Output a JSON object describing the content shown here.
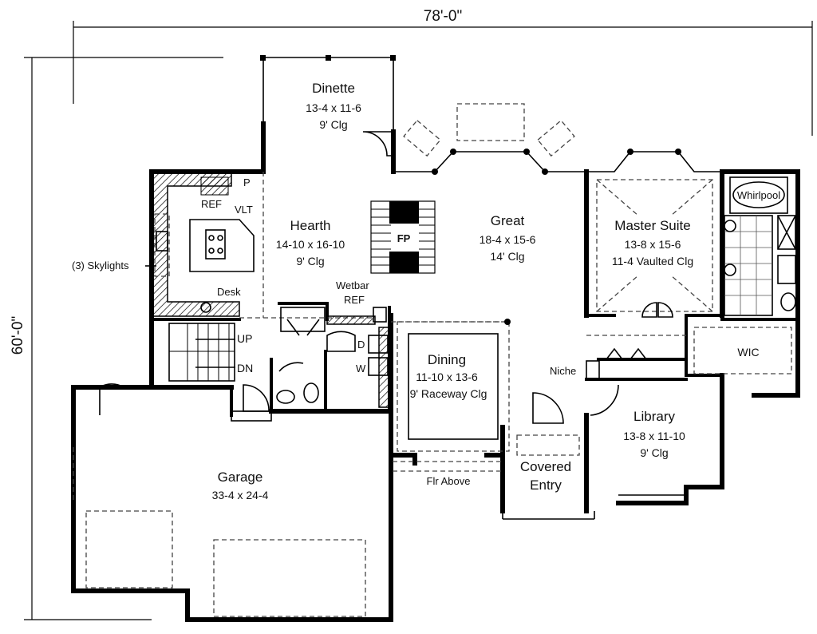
{
  "dimensions": {
    "width": "78'-0\"",
    "depth": "60'-0\""
  },
  "rooms": {
    "dinette": {
      "name": "Dinette",
      "size": "13-4 x 11-6",
      "ceiling": "9' Clg"
    },
    "hearth": {
      "name": "Hearth",
      "size": "14-10 x 16-10",
      "ceiling": "9' Clg"
    },
    "great": {
      "name": "Great",
      "size": "18-4 x 15-6",
      "ceiling": "14' Clg"
    },
    "master": {
      "name": "Master Suite",
      "size": "13-8 x 15-6",
      "ceiling": "11-4 Vaulted Clg"
    },
    "dining": {
      "name": "Dining",
      "size": "11-10 x 13-6",
      "ceiling": "9' Raceway Clg"
    },
    "library": {
      "name": "Library",
      "size": "13-8 x 11-10",
      "ceiling": "9' Clg"
    },
    "garage": {
      "name": "Garage",
      "size": "33-4 x 24-4"
    },
    "entry": {
      "name_line1": "Covered",
      "name_line2": "Entry"
    }
  },
  "labels": {
    "whirlpool": "Whirlpool",
    "wic": "WIC",
    "niche": "Niche",
    "fir_above": "Flr Above",
    "wetbar": "Wetbar",
    "ref_wetbar": "REF",
    "ref_kitchen": "REF",
    "pantry": "P",
    "vlt": "VLT",
    "desk": "Desk",
    "skylights": "(3) Skylights",
    "fireplace": "FP",
    "stair_up": "UP",
    "stair_dn": "DN",
    "dryer": "D",
    "washer": "W"
  }
}
